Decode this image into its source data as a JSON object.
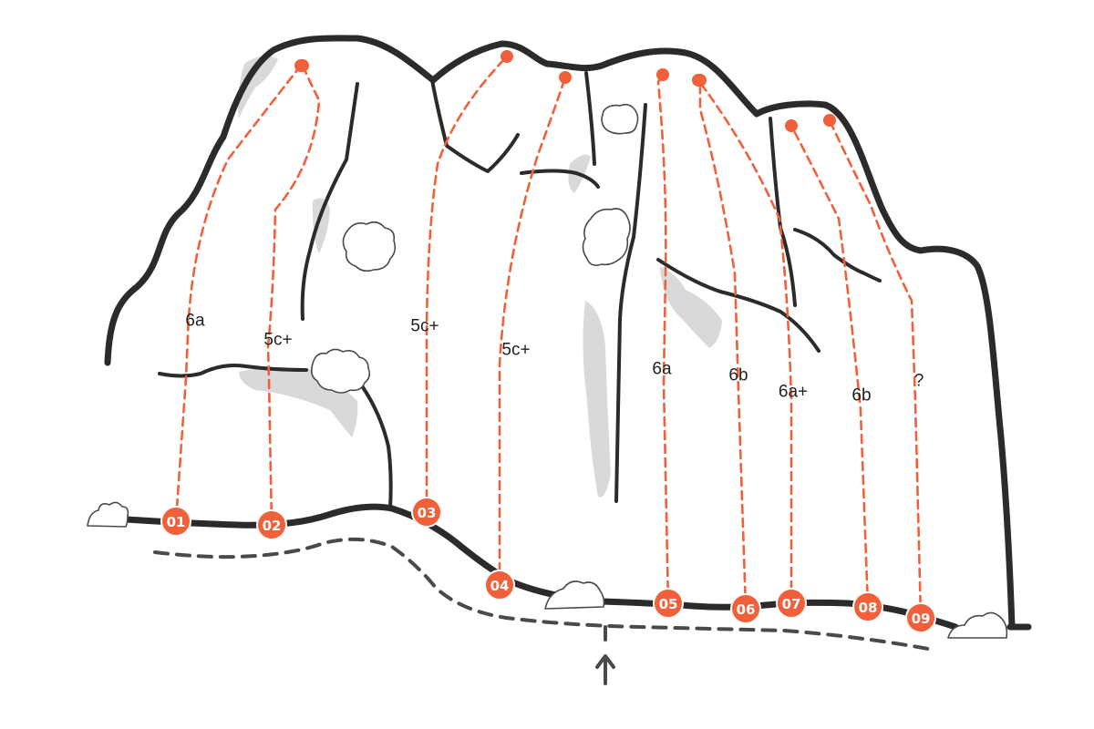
{
  "routes": [
    {
      "number": "01",
      "grade": "6a"
    },
    {
      "number": "02",
      "grade": "5c+"
    },
    {
      "number": "03",
      "grade": "5c+"
    },
    {
      "number": "04",
      "grade": "5c+"
    },
    {
      "number": "05",
      "grade": "6a"
    },
    {
      "number": "06",
      "grade": "6b"
    },
    {
      "number": "07",
      "grade": "6a+"
    },
    {
      "number": "08",
      "grade": "6b"
    },
    {
      "number": "09",
      "grade": "?"
    }
  ],
  "colors": {
    "route": "#f0603a",
    "rock_outline": "#2b2b2b",
    "shading": "#d9d9dc",
    "trail": "#4a4a4a"
  },
  "icons": {
    "approach": "up-arrow-icon",
    "bushes": "bush-icon"
  }
}
